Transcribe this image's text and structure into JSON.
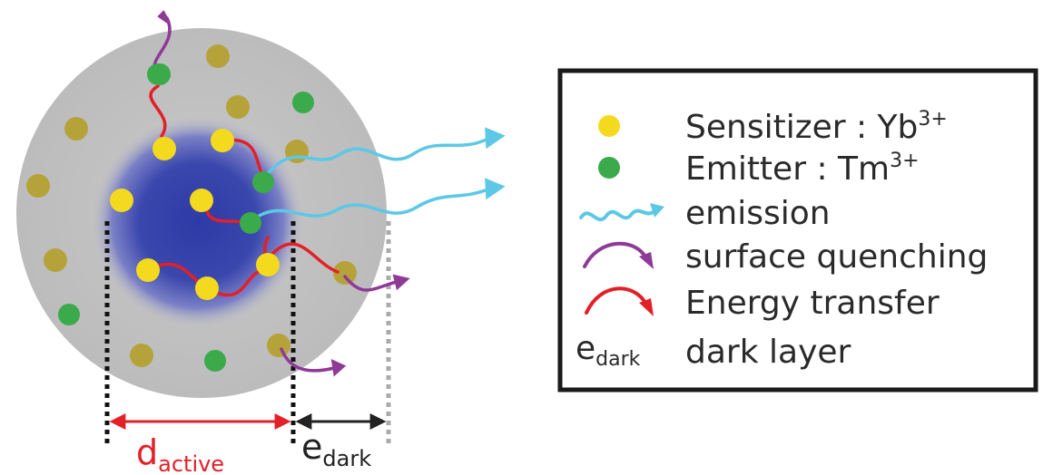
{
  "legend": {
    "sensitizer": {
      "label": "Sensitizer : Yb",
      "sup": "3+",
      "color": "#f4da1e"
    },
    "emitter": {
      "label": "Emitter : Tm",
      "sup": "3+",
      "color": "#3aaa4a"
    },
    "emission": {
      "label": "emission",
      "color": "#5cc8e6"
    },
    "quenching": {
      "label": "surface quenching",
      "color": "#8e3a96"
    },
    "transfer": {
      "label": "Energy transfer",
      "color": "#e32028"
    },
    "dark": {
      "symbol": "e",
      "sub": "dark",
      "label": "dark layer"
    }
  },
  "dimensions": {
    "active": {
      "symbol": "d",
      "sub": "active",
      "color": "#e32028"
    },
    "dark": {
      "symbol": "e",
      "sub": "dark",
      "color": "#222222"
    }
  }
}
